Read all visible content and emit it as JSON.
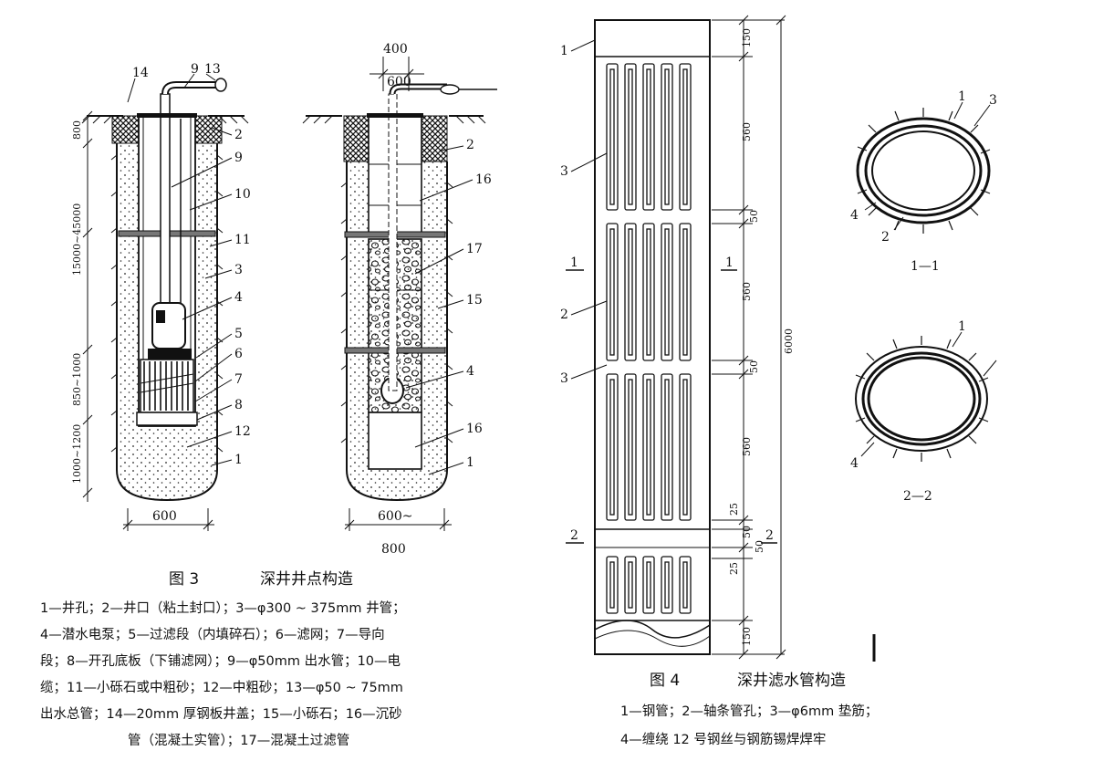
{
  "fig3": {
    "left_well": {
      "labels": [
        "14",
        "9",
        "13",
        "2",
        "9",
        "10",
        "11",
        "3",
        "4",
        "5",
        "6",
        "7",
        "8",
        "12",
        "1"
      ],
      "dims": [
        "800",
        "15000~45000",
        "850~1000",
        "1000~1200"
      ],
      "width": "600"
    },
    "right_well": {
      "top_dim_a": "400",
      "top_dim_b": "600",
      "labels": [
        "2",
        "16",
        "17",
        "15",
        "4",
        "16",
        "1"
      ],
      "width_a": "600~",
      "width_b": "800"
    },
    "caption_prefix": "图 3",
    "caption_title": "深井井点构造",
    "legend_lines": [
      "1—井孔；2—井口（粘土封口）；3—φ300 ~ 375mm 井管；",
      "4—潜水电泵；5—过滤段（内填碎石）；6—滤网；7—导向",
      "段；8—开孔底板（下铺滤网）；9—φ50mm 出水管；10—电",
      "缆；11—小砾石或中粗砂；12—中粗砂；13—φ50 ~ 75mm",
      "出水总管；14—20mm 厚钢板井盖；15—小砾石；16—沉砂",
      "管（混凝土实管）；17—混凝土过滤管"
    ]
  },
  "fig4": {
    "pipe_labels": [
      "1",
      "3",
      "2",
      "3"
    ],
    "section_marks": [
      "1",
      "1",
      "2",
      "2"
    ],
    "dims": [
      "150",
      "560",
      "50",
      "560",
      "50",
      "560",
      "25",
      "50",
      "50",
      "25",
      "150"
    ],
    "total": "6000",
    "section1_labels": [
      "1",
      "3",
      "4",
      "2"
    ],
    "section1_title": "1—1",
    "section2_labels": [
      "1",
      "4"
    ],
    "section2_title": "2—2",
    "caption_prefix": "图 4",
    "caption_title": "深井滤水管构造",
    "legend_lines": [
      "1—钢管；2—轴条管孔；3—φ6mm 垫筋；",
      "4—缠绕 12 号钢丝与钢筋锡焊焊牢"
    ]
  },
  "colors": {
    "ink": "#111111",
    "paper": "#ffffff"
  }
}
